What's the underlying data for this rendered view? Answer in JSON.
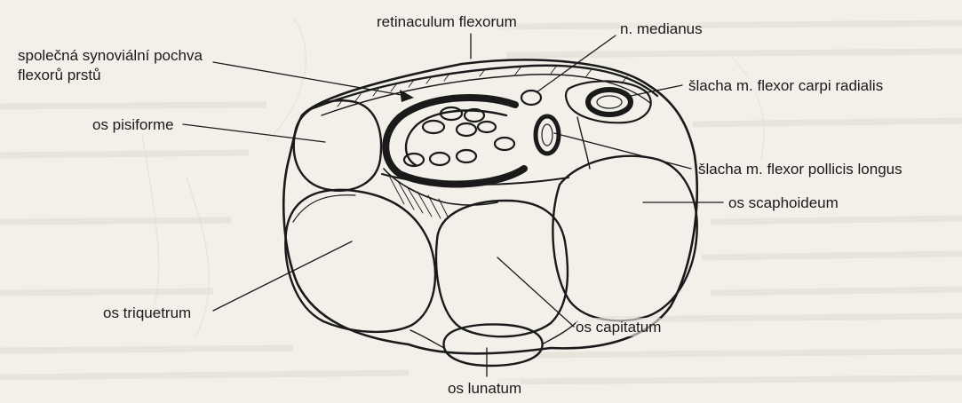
{
  "labels": {
    "retinaculum": "retinaculum flexorum",
    "pochva_line1": "společná synoviální pochva",
    "pochva_line2": "flexorů prstů",
    "medianus": "n. medianus",
    "carpi_radialis": "šlacha m. flexor carpi radialis",
    "pisiforme": "os pisiforme",
    "pollicis_longus": "šlacha m. flexor pollicis longus",
    "scaphoideum": "os scaphoideum",
    "triquetrum": "os triquetrum",
    "capitatum": "os capitatum",
    "lunatum": "os lunatum"
  },
  "colors": {
    "ink": "#1a1a1a",
    "paper": "#f3f0ea",
    "bleed": "#dcd7cd"
  }
}
